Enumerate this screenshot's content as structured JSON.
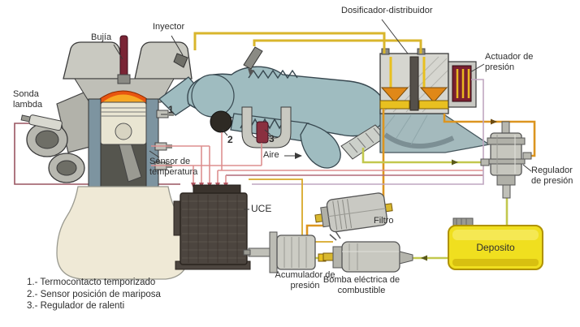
{
  "diagram": {
    "title_hint": "Sistema de inyección de combustible",
    "labels": {
      "bujia": "Bujía",
      "inyector": "Inyector",
      "dosificador": "Dosificador-distribuidor",
      "actuador": "Actuador de presión",
      "sonda_lambda": "Sonda lambda",
      "sensor_temperatura": "Sensor de temperatura",
      "aire": "Aire",
      "uce": "UCE",
      "regulador": "Regulador de presión",
      "filtro": "Filtro",
      "deposito": "Deposito",
      "acumulador": "Acumulador de presión",
      "bomba": "Bomba eléctrica de combustible",
      "callout_1": "1",
      "callout_2": "2",
      "callout_3": "3"
    },
    "legend": [
      "1.- Termocontacto temporizado",
      "2.- Sensor posición de mariposa",
      "3.- Regulador de ralenti"
    ],
    "colors": {
      "fuel_line": "#dc9520",
      "fuel_line_light": "#d9b62c",
      "return_line": "#c2c84e",
      "electric_line": "#dd8f8f",
      "lambda_line": "#9a5560",
      "actuator_line": "#bfa6c0",
      "relay_line": "#d8a828",
      "tank_fill": "#f0df1f",
      "manifold_fill": "#9fbcc0",
      "flame_outer": "#e85510",
      "flame_inner": "#f7a823",
      "actuator_fill": "#7a2030",
      "ecu_fill": "#4c453f"
    }
  }
}
